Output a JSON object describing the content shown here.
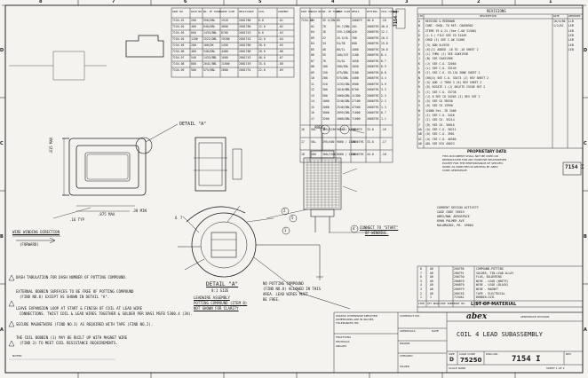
{
  "border": {
    "top_zones": [
      "8",
      "7",
      "6",
      "5",
      "4",
      "3",
      "2",
      "1"
    ],
    "side_zones": [
      "D",
      "C",
      "B",
      "A"
    ]
  },
  "dash_table_left": {
    "headers": [
      "PART NO",
      "DASH NO.",
      "NO. OF TURNS",
      "WIRE SIZE",
      "RESISTANCE",
      "COIL",
      "CURRENT"
    ],
    "rows": [
      [
        "7154-01",
        "200",
        "590/DBL",
        "1920",
        "2001786",
        "6.0",
        "-01"
      ],
      [
        "7154-02",
        "400",
        "640/DBL",
        "4800",
        "2001786",
        "12.0",
        "-02"
      ],
      [
        "7154-03",
        "660",
        "1433/BBL",
        "8700",
        "2001743",
        "6.0",
        "-03"
      ],
      [
        "7154-04",
        "1200",
        "1522/DBL",
        "19200",
        "2001743",
        "12.0",
        "-04"
      ],
      [
        "7154-05",
        "200",
        "108/DK",
        "1450",
        "2001786",
        "20.0",
        "-05"
      ],
      [
        "7154-06",
        "460",
        "540/DBL",
        "4400",
        "2001786",
        "20.0",
        "-06"
      ],
      [
        "7154-07",
        "540",
        "1433/BBL",
        "1600",
        "2001743",
        "48.0",
        "-07"
      ],
      [
        "7154-08",
        "800",
        "2041/BBL",
        "11600",
        "2001749",
        "15.0",
        "-08"
      ],
      [
        "7154-09",
        "500",
        "575/BBL",
        "2800",
        "2001791",
        "22.0",
        "-09"
      ]
    ]
  },
  "dash_table_right": {
    "headers": [
      "PART NO",
      "DASH NO.",
      "NO. OF TURNS",
      "WIRE SIZE",
      "RESIS",
      "POTTING",
      "COIL CURRENT",
      "FLAG"
    ],
    "rows": [
      [
        "7154-10",
        "54",
        "35 4/2BL",
        "85",
        "200079",
        "46.0",
        "-10"
      ],
      [
        "",
        "02",
        "78",
        "59-7/DBL",
        "281",
        "200079S",
        "40.0",
        "-02"
      ],
      [
        "",
        "04",
        "16",
        "159-1/DBL",
        "420",
        "200079S",
        "12.1",
        "-04"
      ],
      [
        "",
        "09",
        "22",
        "25-5/GL",
        "700",
        "200079S",
        "10.5",
        "-09"
      ],
      [
        "",
        "04",
        "34",
        "54/38",
        "600",
        "200079S",
        "15.8",
        "-04"
      ],
      [
        "",
        "05",
        "48",
        "68/CL",
        "1000",
        "200079S",
        "10.8",
        "-05"
      ],
      [
        "",
        "06",
        "55",
        "100/167",
        "1100",
        "200079S",
        "8.4",
        "-06"
      ],
      [
        "",
        "07",
        "70",
        "15/GL",
        "1650",
        "200079S",
        "6.7",
        "-07"
      ],
      [
        "",
        "08",
        "100",
        "200/EBL",
        "1850",
        "200079S",
        "6.9",
        "-08"
      ],
      [
        "",
        "09",
        "150",
        "475/BBL",
        "3180",
        "200079S",
        "6.8",
        "-09"
      ],
      [
        "",
        "10",
        "200",
        "575/DBL",
        "4400",
        "200079S",
        "4.4",
        "-10"
      ],
      [
        "",
        "11",
        "210",
        "1233/GBL",
        "4900",
        "200079S",
        "4.9",
        "-11"
      ],
      [
        "",
        "12",
        "300",
        "1010/BBL",
        "6700",
        "200079S",
        "3.3",
        "-12"
      ],
      [
        "",
        "13",
        "500",
        "2060/DBL",
        "11300",
        "200079S",
        "2.3",
        "-13"
      ],
      [
        "",
        "14",
        "1000",
        "3240/DBL",
        "27100",
        "200079S",
        "2.3",
        "-14"
      ],
      [
        "",
        "15",
        "2000",
        "2540/DBL",
        "47500",
        "200079S",
        "1.3",
        "-15"
      ],
      [
        "",
        "16",
        "3000",
        "2095/DBL",
        "71600",
        "200079S",
        "0.7",
        "-16"
      ],
      [
        "",
        "17",
        "3200",
        "1000/DBL",
        "71600",
        "200079S",
        "1.1",
        "-17"
      ]
    ],
    "extra_rows": [
      [
        "16",
        "50+",
        "195/1150",
        "9000 / 1450",
        "200079",
        "33.0",
        "-16"
      ],
      [
        "17",
        "50+",
        "295/400",
        "9000 / 1450",
        "200079S",
        "33.0",
        "-17"
      ],
      [
        "18",
        "100",
        "360/1300",
        "6000 / 1450",
        "200079S",
        "44.0",
        "-18"
      ]
    ]
  },
  "revisions": {
    "title": "REVISIONS",
    "headers": [
      "LTR",
      "DESCRIPTION",
      "DATE",
      "APPROVED"
    ],
    "rows": [
      [
        "A",
        "REVISED & REDRAWN",
        "10/4/80",
        "LLB"
      ],
      [
        "B",
        "CONT. CHGD. TO REF. C0#30982",
        "1/2/81",
        "LEB"
      ],
      [
        "C",
        "ITEMS 19 & 21 (See C.O# 31306)",
        "",
        "LEB"
      ],
      [
        "D",
        "(L.S.) FILE SEE CO 31449",
        "",
        "LEB"
      ],
      [
        "E",
        "CHGD (I) SEE C.O# 31586",
        "",
        "LEB"
      ],
      [
        "F",
        "(3) ADD SLEEVE",
        "",
        "LEB"
      ],
      [
        "G",
        "(6)(I) ADDED -10 TO -18 SHEET 2",
        "",
        "LEB"
      ],
      [
        "H",
        "(L) THRU (J) SEE CO#31938",
        "",
        ""
      ],
      [
        "J",
        "(N) SEE CO#31966",
        "",
        ""
      ],
      [
        "K",
        "(J) SEE C.O. 32064",
        "",
        ""
      ],
      [
        "L",
        "(L) SEE C.O. 33149",
        "",
        ""
      ],
      [
        "M",
        "(I) SEE C.O. 33-134  ZONE SHEET 2",
        "",
        ""
      ],
      [
        "N",
        "CHG(4) SEE C.O. 33473 (J) REV SHEET 2",
        "",
        ""
      ],
      [
        "P",
        "(G) ADD -2 THRU 3 (6) REV SHEET 2",
        "",
        ""
      ],
      [
        "R",
        "(D) ROTATE 1 (J) DELETE ISSUE SHT 2",
        "",
        ""
      ],
      [
        "S",
        "(I) SEE C.O. 33738",
        "",
        ""
      ],
      [
        "T",
        "(J) 8 SEE CO 34303 (I) REV SHT 2",
        "",
        ""
      ],
      [
        "U",
        "(G) SEE CO 38530",
        "",
        ""
      ],
      [
        "V",
        "(6) SEE CO 13990",
        "",
        ""
      ],
      [
        "W",
        "12888 Fat. IR 3486",
        "",
        ""
      ],
      [
        "X",
        "(I) SEE C.O. 3426",
        "",
        ""
      ],
      [
        "Y",
        "(I) SEE CO. 35214",
        "",
        ""
      ],
      [
        "Z",
        "(D) SEE CO. 36016",
        "",
        ""
      ],
      [
        "AA",
        "(A) SEE C.O. 38211",
        "",
        ""
      ],
      [
        "AB",
        "(8) SEE C.O. 3981",
        "",
        ""
      ],
      [
        "AC",
        "(A) CEE C.O. 40364",
        "",
        ""
      ],
      [
        "AD",
        "ADL SEE ECO 40623",
        "",
        ""
      ]
    ]
  },
  "proprietary": {
    "title": "PROPRIETARY DATA",
    "text": [
      "THIS DOCUMENT SHALL NOT BE USED OR",
      "REPRODUCED FOR ANY PURPOSE WHATSOEVER",
      "EXCEPT FOR THE PERFORMANCE OF SPECIFIC",
      "WORK AS DIRECTED IN WRITING BY ABEX",
      "CORP. AEROSPACE"
    ]
  },
  "design_activity": {
    "lines": [
      "CURRENT DESIGN ACTIVITY",
      "CAGE CODE 78553",
      "ABEX/NWL AEROSPACE",
      "6900 PALMER AVE",
      "KALAMAZOO, MI. 49004"
    ]
  },
  "bom": {
    "headers": [
      "ITEM",
      "QTY REQD",
      "CODE IDENT",
      "PART NO.",
      "DESCRIPTION"
    ],
    "rows": [
      [
        "8",
        "AR",
        "",
        "200796",
        "COMPOUND-POTTING"
      ],
      [
        "7",
        "AR",
        "",
        "200791",
        "SOLDER, TIN-LEAD ALLOY"
      ],
      [
        "6",
        "AR",
        "",
        "200730",
        "FLUX, SOLDERING"
      ],
      [
        "5",
        "AR",
        "",
        "200870",
        "WIRE - LEAD (WHITE)"
      ],
      [
        "4",
        "AR",
        "",
        "200870",
        "WIRE - LEAD (BLACK)"
      ],
      [
        "3",
        "AR",
        "",
        "200979",
        "WIRE - MAGNET"
      ],
      [
        "2",
        "AR",
        "",
        "200745",
        "TAPE - ELECTRICAL"
      ],
      [
        "1",
        "1",
        "",
        "7154A1",
        "BOBBIN-COIL"
      ]
    ],
    "title": "LIST OF MATERIAL"
  },
  "title_block": {
    "company": "abex",
    "division": "AEROSPACE DIVISION",
    "title": "COIL 4 LEAD SUBASSEMBLY",
    "size": "D",
    "cage": "75250",
    "dwg_no": "7154 I",
    "scale": "SCALE NONE",
    "sheet": "SHEET 1 OF 2",
    "labels": [
      "UNLESS OTHERWISE SPECIFIED",
      "DIMENSIONS ARE IN INCHES",
      "TOLERANCES ON",
      "FRACTIONS",
      "DECIMALS",
      "ANGLES",
      "CONTRACT NO.",
      "APPROVALS",
      "DATE",
      "DRAWN",
      "CHECKED",
      "ISSUED",
      "SIZE",
      "CAGE CODE",
      "DWG NO.",
      "REV"
    ]
  },
  "drawing_labels": {
    "detail_a_ref": "DETAIL \"A\"",
    "dim_815": ".815 MAX",
    "dim_16": ".16 TYP",
    "dim_875": ".875 MAX",
    "dim_30": ".30 MIN",
    "wire_dir": "WIRE WINDING DIRECTION",
    "forward": "(FORWARD)",
    "detail_a_title": "DETAIL \"A\"",
    "detail_scale": "8:1 SIZE",
    "lead_assy_1": "LEADWIRE ASSEMBLY",
    "lead_assy_2": "POTTING COMPOUND (ITEM 8)",
    "lead_assy_3": "NOT SHOWN FOR CLARITY",
    "abex": "ABEX",
    "connect_1": "CONNECT TO \"START\"",
    "connect_2": "OF WINDING.",
    "no_potting_1": "NO POTTING COMPOUND",
    "no_potting_2": "(FIND NO.8) ALLOWED IN THIS",
    "no_potting_3": "AREA. LEAD WIRES MUST",
    "no_potting_4": "BE FREE.",
    "callouts": [
      "6",
      "7",
      "2",
      "3",
      "8",
      "4",
      "5",
      "1"
    ]
  },
  "notes": {
    "lines": [
      "DASH TABULATION FOR DASH NUMBER OF POTTING COMPOUND.",
      "EXTERNAL BOBBIN SURFACES TO BE FREE OF POTTING COMPOUND",
      "(FIND NO.8) EXCEPT AS SHOWN IN DETAIL \"A\".",
      "LEAVE EXPANSION LOOP AT START & FINISH OF COIL AT LEAD WIRE",
      "CONNECTIONS. TWIST COIL & LEAD WIRES TOGETHER & SOLDER PER NAS1 MSFB 5300.4 (3A).",
      "SECURE MAGNETWIRE (FIND NO.3) AS REQUIRED WITH TAPE (FIND NO.2).",
      "THE COIL BOBBIN (1) MAY BE BUILT UP WITH MAGNET WIRE",
      "(FIND 3) TO MEET COIL RESISTANCE REQUIREMENTS."
    ],
    "label": "NOTES:"
  }
}
